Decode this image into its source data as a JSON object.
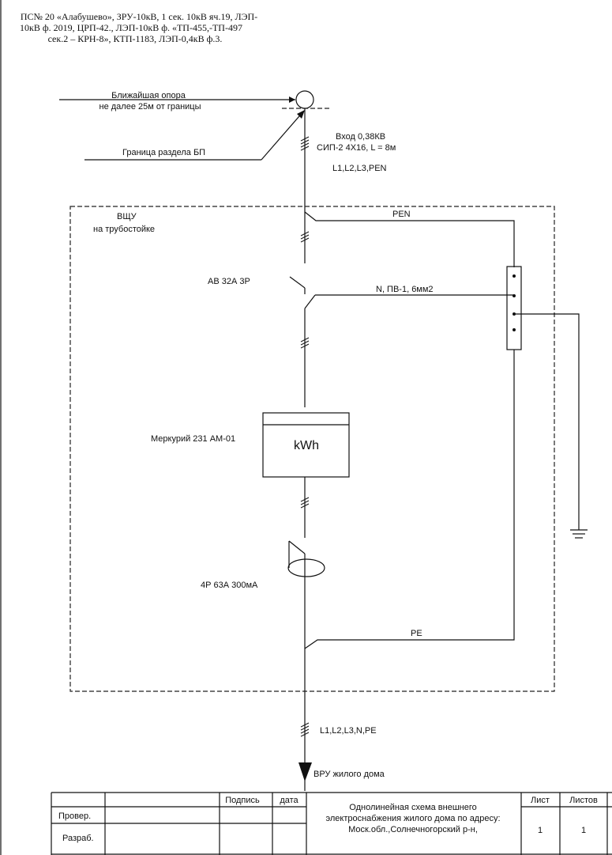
{
  "header": {
    "lines": [
      "ПС№ 20 «Алабушево», ЗРУ-10кВ, 1 сек. 10кВ  яч.19, ЛЭП-",
      "10кВ ф. 2019, ЦРП-42., ЛЭП-10кВ ф. «ТП-455,-ТП-497",
      "сек.2 – КРН-8», КТП-1183, ЛЭП-0,4кВ ф.3."
    ]
  },
  "diagram": {
    "pole_label": [
      "Ближайшая опора",
      "не далее 25м от границы"
    ],
    "boundary_label": "Граница раздела БП",
    "input_label": [
      "Вход 0,38КВ",
      "СИП-2   4Х16,  L = 8м"
    ],
    "input_phases": "L1,L2,L3,PEN",
    "panel_label": [
      "ВЩУ",
      "на трубостойке"
    ],
    "pen_label": "PEN",
    "breaker_label": "АВ  32А  3Р",
    "neutral_label": "N,   ПВ-1, 6мм2",
    "meter_model": "Меркурий 231 АМ-01",
    "meter_unit": "kWh",
    "rcd_label": "4Р 63А 300мА",
    "pe_label": "PE",
    "output_phases": "L1,L2,L3,N,PE",
    "output_dest": "ВРУ жилого дома"
  },
  "title_block": {
    "col_signature": "Подпись",
    "col_date": "дата",
    "row_checked": "Провер.",
    "row_developed": "Разраб.",
    "description": [
      "Однолинейная схема внешнего",
      "электроснабжения жилого дома по адресу:",
      "Моск.обл.,Солнечногорский р-н,"
    ],
    "sheet_header": "Лист",
    "sheets_header": "Листов",
    "sheet_value": "1",
    "sheets_value": "1"
  }
}
